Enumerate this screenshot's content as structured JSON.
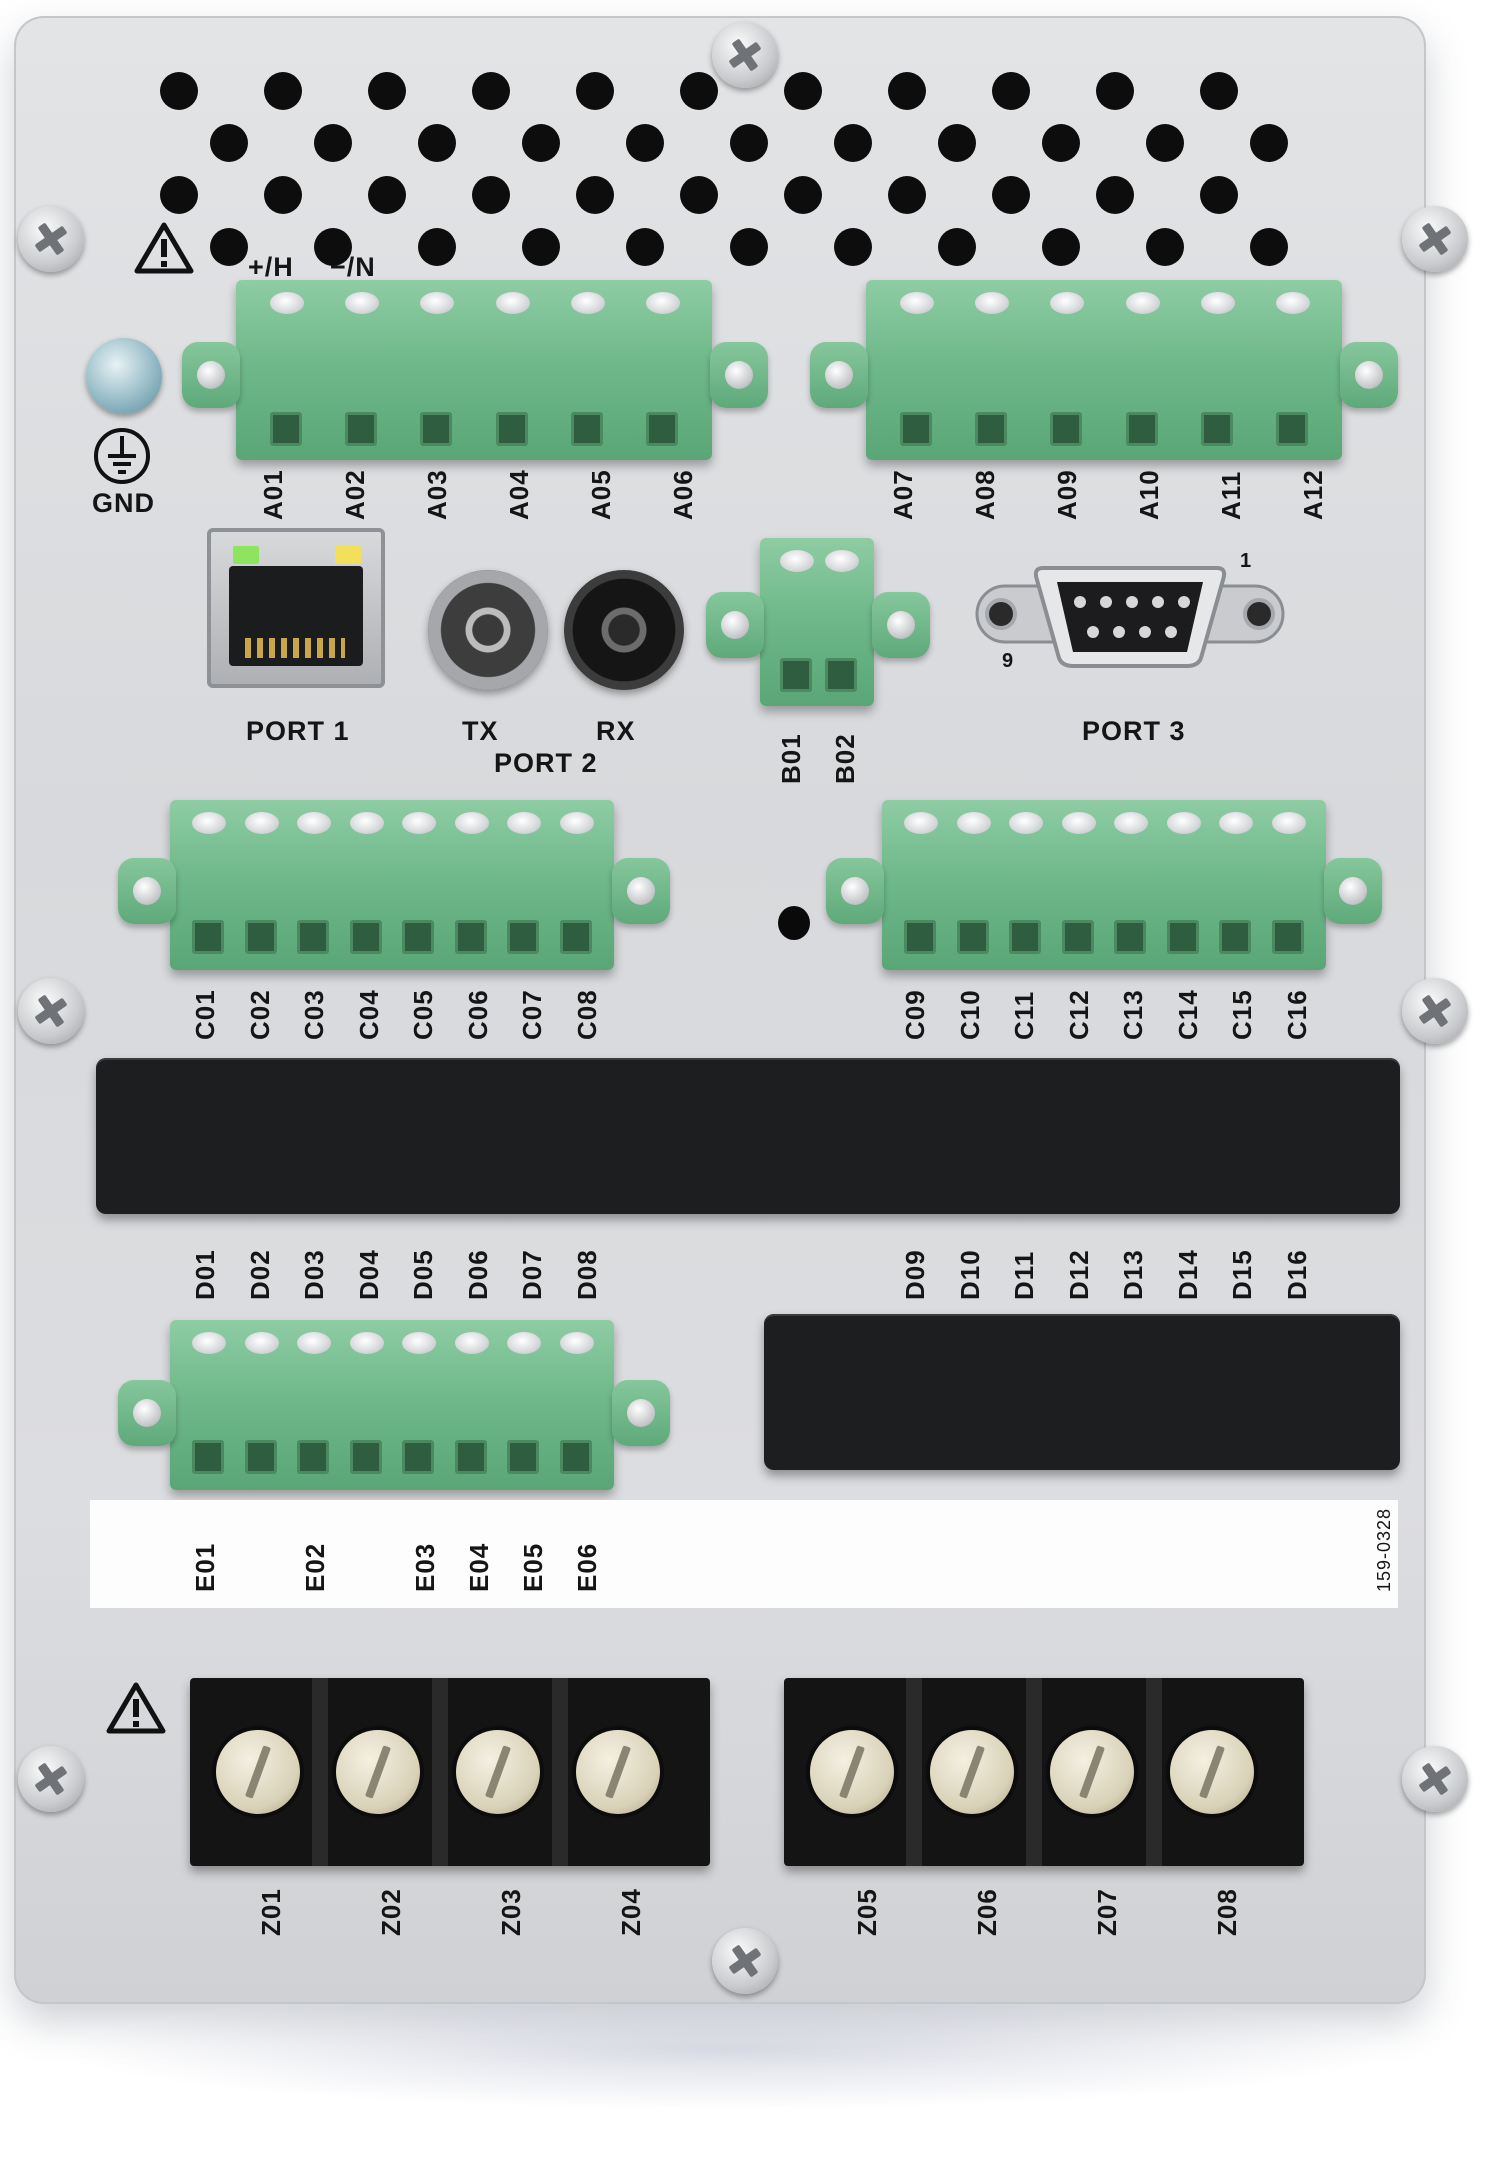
{
  "ground": {
    "label": "GND"
  },
  "supply": {
    "plus_label": "+/H",
    "minus_label": "−/N"
  },
  "terminals_a_left": [
    "A01",
    "A02",
    "A03",
    "A04",
    "A05",
    "A06"
  ],
  "terminals_a_right": [
    "A07",
    "A08",
    "A09",
    "A10",
    "A11",
    "A12"
  ],
  "terminals_b": [
    "B01",
    "B02"
  ],
  "terminals_c_left": [
    "C01",
    "C02",
    "C03",
    "C04",
    "C05",
    "C06",
    "C07",
    "C08"
  ],
  "terminals_c_right": [
    "C09",
    "C10",
    "C11",
    "C12",
    "C13",
    "C14",
    "C15",
    "C16"
  ],
  "terminals_d_left": [
    "D01",
    "D02",
    "D03",
    "D04",
    "D05",
    "D06",
    "D07",
    "D08"
  ],
  "terminals_d_right": [
    "D09",
    "D10",
    "D11",
    "D12",
    "D13",
    "D14",
    "D15",
    "D16"
  ],
  "terminals_e": [
    "E01",
    "E02",
    "E03",
    "E04",
    "E05",
    "E06"
  ],
  "terminals_z_left": [
    "Z01",
    "Z02",
    "Z03",
    "Z04"
  ],
  "terminals_z_right": [
    "Z05",
    "Z06",
    "Z07",
    "Z08"
  ],
  "ports": {
    "port1": "PORT 1",
    "port2": "PORT 2",
    "tx": "TX",
    "rx": "RX",
    "port3": "PORT 3",
    "db9_pin1": "1",
    "db9_pin9": "9"
  },
  "part_number": "159-0328",
  "icons": [
    "warning-icon",
    "ground-icon",
    "screw-icon"
  ],
  "colors": {
    "terminal_green": "#6fb98a",
    "cover_black": "#1d1e20",
    "panel": "#dcdde0"
  }
}
